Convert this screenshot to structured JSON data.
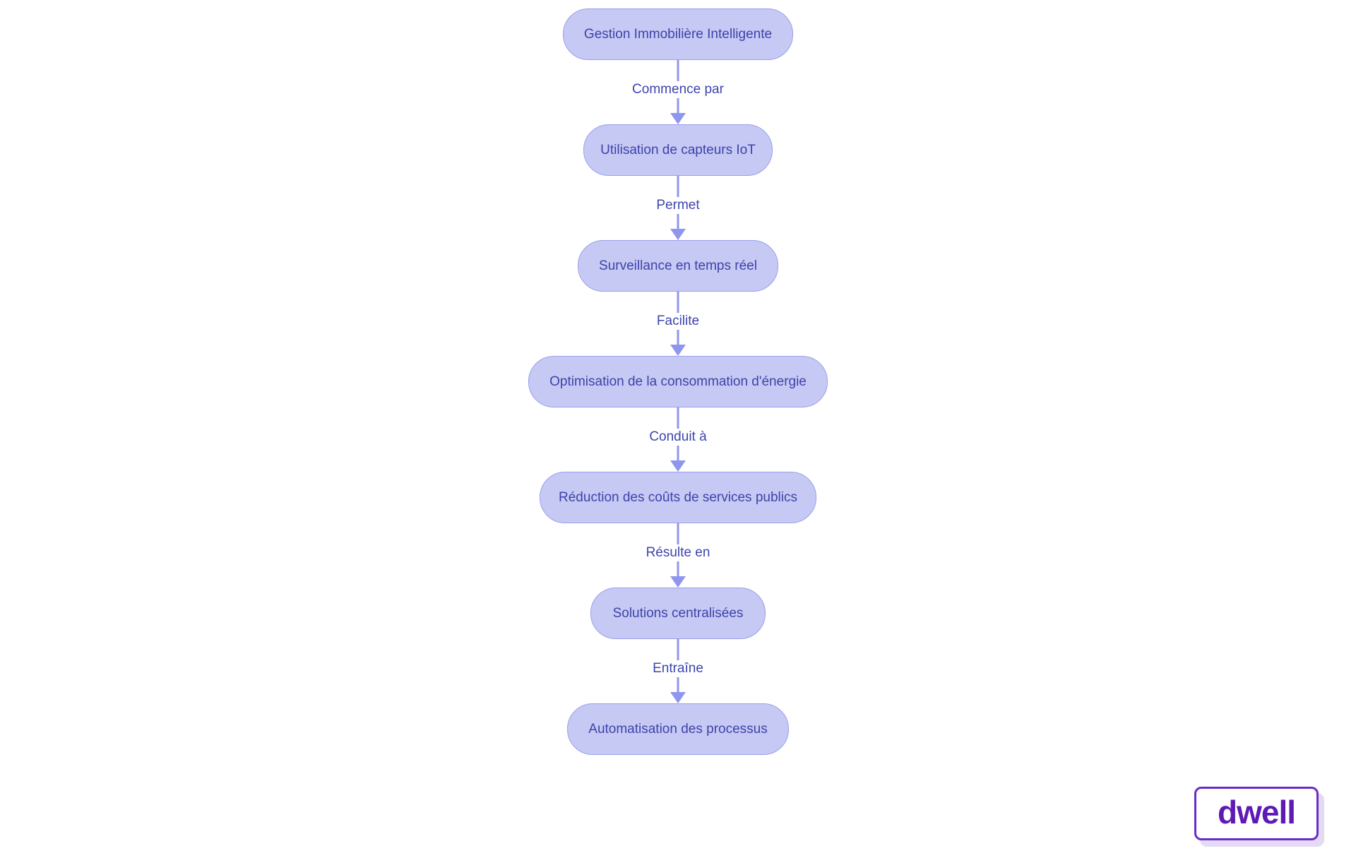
{
  "colors": {
    "canvas-bg": "#ffffff",
    "node-fill": "#c6c9f4",
    "node-border": "#99a0eb",
    "node-text": "#3d43a9",
    "edge-line": "#8f96ee",
    "edge-label-text": "#3d44ae",
    "logo-border": "#6b2bc7",
    "logo-text": "#5e1ab5",
    "logo-shadow": "#e3daf4"
  },
  "flowchart": {
    "nodes": [
      {
        "label": "Gestion Immobilière Intelligente"
      },
      {
        "label": "Utilisation de capteurs IoT"
      },
      {
        "label": "Surveillance en temps réel"
      },
      {
        "label": "Optimisation de la consommation d'énergie"
      },
      {
        "label": "Réduction des coûts de services publics"
      },
      {
        "label": "Solutions centralisées"
      },
      {
        "label": "Automatisation des processus"
      }
    ],
    "edges": [
      {
        "label": "Commence par"
      },
      {
        "label": "Permet"
      },
      {
        "label": "Facilite"
      },
      {
        "label": "Conduit à"
      },
      {
        "label": "Résulte en"
      },
      {
        "label": "Entraîne"
      }
    ]
  },
  "logo": {
    "text": "dwell"
  }
}
